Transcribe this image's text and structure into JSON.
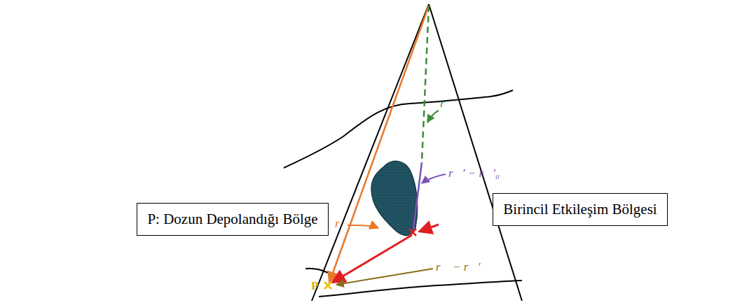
{
  "diagram": {
    "nodes": [
      {
        "text": [
          "P: Dozun Depolandığı Bölge"
        ]
      },
      {
        "text": [
          "Birincil Etkileşim Bölgesi"
        ]
      }
    ],
    "labels": [
      "r⃗′",
      "r⃗′ − r⃗′₀",
      "r⃗",
      "r⃗ − r⃗′",
      "P"
    ]
  }
}
